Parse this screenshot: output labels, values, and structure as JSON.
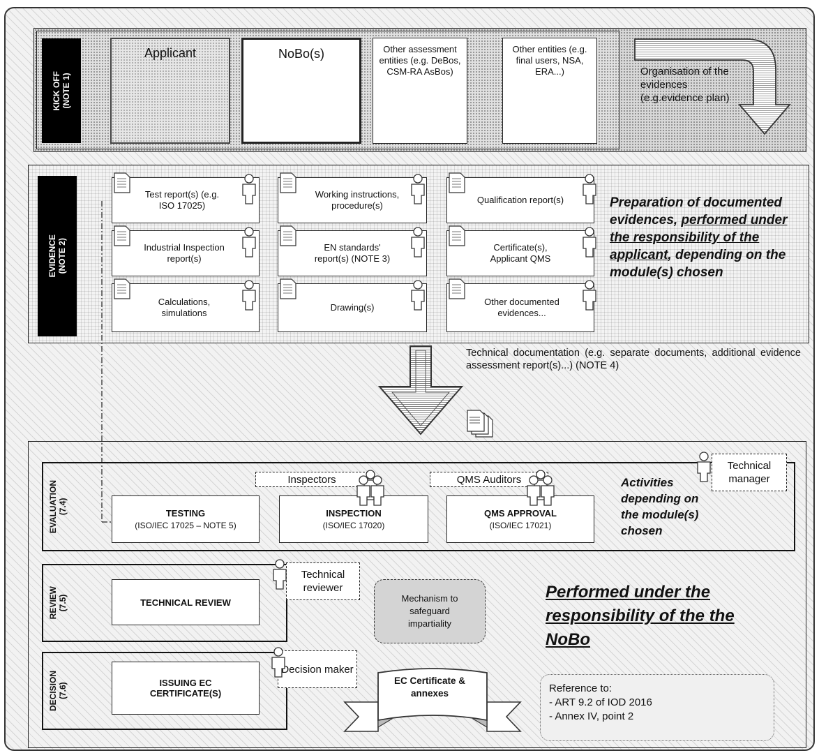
{
  "kickoff": {
    "label": "KICK OFF\n(NOTE 1)",
    "entities": [
      "Applicant",
      "NoBo(s)",
      "Other assessment entities (e.g. DeBos, CSM-RA AsBos)",
      "Other entities (e.g. final users, NSA, ERA...)"
    ]
  },
  "organisation_text": "Organisation of the evidences (e.g.evidence plan)",
  "evidence": {
    "label": "EVIDENCE\n(NOTE 2)",
    "docs": [
      "Test report(s) (e.g. ISO 17025)",
      "Working instructions, procedure(s)",
      "Qualification report(s)",
      "Industrial Inspection report(s)",
      "EN standards' report(s) (NOTE 3)",
      "Certificate(s), Applicant QMS",
      "Calculations, simulations",
      "Drawing(s)",
      "Other documented evidences..."
    ],
    "note_line1": "Preparation of documented evidences,",
    "note_line2_u": "performed under the responsibility of the applicant",
    "note_line3": ", depending on the module(s) chosen"
  },
  "tech_doc_text": "Technical documentation (e.g. separate documents, additional evidence assessment report(s)...) (NOTE 4)",
  "evaluation": {
    "label": "EVALUATION\n(7.4)",
    "testing_title": "TESTING",
    "testing_sub": "(ISO/IEC 17025 – NOTE 5)",
    "inspection_title": "INSPECTION",
    "inspection_sub": "(ISO/IEC 17020)",
    "qms_title": "QMS APPROVAL",
    "qms_sub": "(ISO/IEC 17021)",
    "inspectors": "Inspectors",
    "qms_auditors": "QMS Auditors",
    "technical_manager": "Technical manager",
    "activities_text": "Activities depending on the module(s) chosen"
  },
  "review": {
    "label": "REVIEW\n(7.5)",
    "box": "TECHNICAL REVIEW",
    "reviewer": "Technical reviewer"
  },
  "decision": {
    "label": "DECISION\n(7.6)",
    "box": "ISSUING EC CERTIFICATE(S)",
    "maker": "Decision maker"
  },
  "mechanism_text": "Mechanism to safeguard impartiality",
  "performed_text": "Performed under the responsibility of the the NoBo",
  "certificate_banner": "EC Certificate & annexes",
  "reference": {
    "title": "Reference to:",
    "line1": "- ART 9.2 of IOD 2016",
    "line2": "- Annex IV, point 2"
  },
  "colors": {
    "accent": "#000000",
    "paper": "#ffffff",
    "grey": "#d9d9d9"
  }
}
